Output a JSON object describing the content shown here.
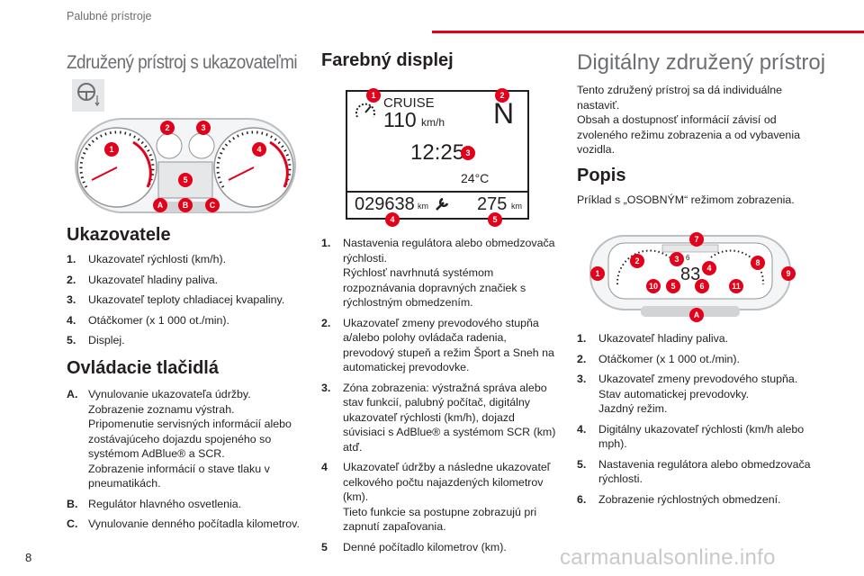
{
  "header": {
    "section": "Palubné prístroje"
  },
  "page_number": "8",
  "watermark": "carmanualsonline.info",
  "col1": {
    "title": "Združený prístroj s ukazovateľmi",
    "ukazovatele": {
      "heading": "Ukazovatele",
      "items": [
        {
          "n": "1.",
          "t": "Ukazovateľ rýchlosti (km/h)."
        },
        {
          "n": "2.",
          "t": "Ukazovateľ hladiny paliva."
        },
        {
          "n": "3.",
          "t": "Ukazovateľ teploty chladiacej kvapaliny."
        },
        {
          "n": "4.",
          "t": "Otáčkomer (x 1 000 ot./min)."
        },
        {
          "n": "5.",
          "t": "Displej."
        }
      ]
    },
    "ovladacie": {
      "heading": "Ovládacie tlačidlá",
      "items": [
        {
          "n": "A.",
          "lines": [
            "Vynulovanie ukazovateľa údržby.",
            "Zobrazenie zoznamu výstrah.",
            "Pripomenutie servisných informácií alebo zostávajúceho dojazdu spojeného so systémom AdBlue® a SCR.",
            "Zobrazenie informácií o stave tlaku v pneumatikách."
          ]
        },
        {
          "n": "B.",
          "lines": [
            "Regulátor hlavného osvetlenia."
          ]
        },
        {
          "n": "C.",
          "lines": [
            "Vynulovanie denného počítadla kilometrov."
          ]
        }
      ]
    },
    "cluster_markers": [
      "1",
      "2",
      "3",
      "4",
      "5",
      "A",
      "B",
      "C"
    ]
  },
  "col2": {
    "heading": "Farebný displej",
    "display": {
      "cruise": "CRUISE",
      "speed": "110",
      "speed_unit": "km/h",
      "gear": "N",
      "time": "12:25",
      "temp": "24°C",
      "odo": "029638",
      "odo_unit": "km",
      "range": "275",
      "range_unit": "km"
    },
    "markers": [
      "1",
      "2",
      "3",
      "4",
      "5"
    ],
    "items": [
      {
        "n": "1.",
        "lines": [
          "Nastavenia regulátora alebo obmedzovača rýchlosti.",
          "Rýchlosť navrhnutá systémom rozpoznávania dopravných značiek s rýchlostným obmedzením."
        ]
      },
      {
        "n": "2.",
        "lines": [
          "Ukazovateľ zmeny prevodového stupňa a/alebo polohy ovládača radenia, prevodový stupeň a režim Šport a Sneh na automatickej prevodovke."
        ]
      },
      {
        "n": "3.",
        "lines": [
          "Zóna zobrazenia: výstražná správa alebo stav funkcií, palubný počítač, digitálny ukazovateľ rýchlosti (km/h), dojazd súvisiaci s AdBlue® a systémom SCR (km) atď."
        ]
      },
      {
        "n": "4",
        "lines": [
          "Ukazovateľ údržby a následne ukazovateľ celkového počtu najazdených kilometrov (km).",
          "Tieto funkcie sa postupne zobrazujú pri zapnutí zapaľovania."
        ]
      },
      {
        "n": "5",
        "lines": [
          "Denné počítadlo kilometrov (km)."
        ]
      }
    ]
  },
  "col3": {
    "title": "Digitálny združený prístroj",
    "intro": [
      "Tento združený prístroj sa dá individuálne nastaviť.",
      "Obsah a dostupnosť informácií závisí od zvoleného režimu zobrazenia a od vybavenia vozidla."
    ],
    "popis": {
      "heading": "Popis",
      "text": "Príklad s „OSOBNÝM“ režimom zobrazenia."
    },
    "cluster": {
      "speed": "83",
      "gear": "D  6"
    },
    "markers": [
      "1",
      "2",
      "3",
      "4",
      "5",
      "6",
      "7",
      "8",
      "9",
      "10",
      "11",
      "A"
    ],
    "items": [
      {
        "n": "1.",
        "lines": [
          "Ukazovateľ hladiny paliva."
        ]
      },
      {
        "n": "2.",
        "lines": [
          "Otáčkomer (x 1 000 ot./min)."
        ]
      },
      {
        "n": "3.",
        "lines": [
          "Ukazovateľ zmeny prevodového stupňa.",
          "Stav automatickej prevodovky.",
          "Jazdný režim."
        ]
      },
      {
        "n": "4.",
        "lines": [
          "Digitálny ukazovateľ rýchlosti (km/h alebo mph)."
        ]
      },
      {
        "n": "5.",
        "lines": [
          "Nastavenia regulátora alebo obmedzovača rýchlosti."
        ]
      },
      {
        "n": "6.",
        "lines": [
          "Zobrazenie rýchlostných obmedzení."
        ]
      }
    ]
  }
}
